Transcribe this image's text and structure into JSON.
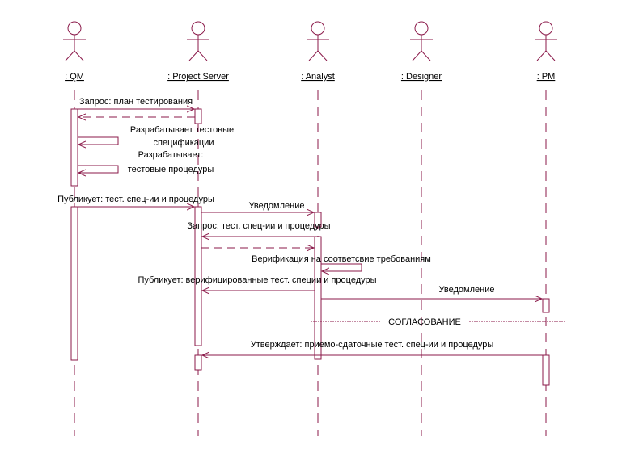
{
  "colors": {
    "line": "#8b1a4a",
    "text": "#000000",
    "background": "#ffffff"
  },
  "actors": [
    {
      "id": "qm",
      "label": " : QM"
    },
    {
      "id": "ps",
      "label": " : Project Server"
    },
    {
      "id": "an",
      "label": " : Analyst"
    },
    {
      "id": "de",
      "label": " : Designer"
    },
    {
      "id": "pm",
      "label": " : PM"
    }
  ],
  "messages": [
    {
      "id": "m1",
      "from": "qm",
      "to": "ps",
      "style": "solid",
      "text": "Запрос: план тестирования"
    },
    {
      "id": "m2",
      "from": "ps",
      "to": "qm",
      "style": "dashed",
      "text": ""
    },
    {
      "id": "m3",
      "from": "qm",
      "to": "qm",
      "style": "self",
      "text": [
        "Разрабатывает  тестовые",
        "спецификации"
      ]
    },
    {
      "id": "m4",
      "from": "qm",
      "to": "qm",
      "style": "self",
      "text": [
        "Разрабатывает:",
        "тестовые процедуры"
      ]
    },
    {
      "id": "m5",
      "from": "qm",
      "to": "ps",
      "style": "solid",
      "text": "Публикует: тест. спец-ии и процедуры"
    },
    {
      "id": "m6",
      "from": "ps",
      "to": "an",
      "style": "solid",
      "text": "Уведомление"
    },
    {
      "id": "m7",
      "from": "an",
      "to": "ps",
      "style": "solid",
      "text": "Запрос: тест. спец-ии и процедуры"
    },
    {
      "id": "m8",
      "from": "ps",
      "to": "an",
      "style": "dashed",
      "text": ""
    },
    {
      "id": "m9",
      "from": "an",
      "to": "an",
      "style": "self",
      "text": [
        "Верификация на соответсвие требованиям"
      ]
    },
    {
      "id": "m10",
      "from": "an",
      "to": "ps",
      "style": "solid",
      "text": "Публикует: верифицированные тест. специи и процедуры"
    },
    {
      "id": "m11",
      "from": "an",
      "to": "pm",
      "style": "solid",
      "text": "Уведомление"
    },
    {
      "id": "m12",
      "from": "pm",
      "to": "ps",
      "style": "solid",
      "text": "Утверждает: приемо-сдаточные тест. спец-ии и процедуры"
    }
  ],
  "separator": {
    "label": "СОГЛАСОВАНИЕ"
  }
}
